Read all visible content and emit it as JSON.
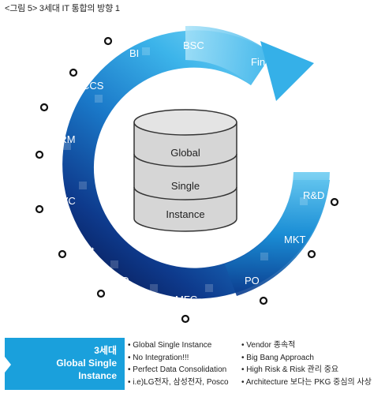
{
  "caption": "<그림 5> 3세대 IT 통합의 방향 1",
  "ring_labels": {
    "bi": "BI",
    "bsc": "BSC",
    "fin": "Fin",
    "ccs": "CCS",
    "crm": "CRM",
    "svc": "SVC",
    "dist": "Dist",
    "so": "SO",
    "mfg": "MFG",
    "po": "PO",
    "mkt": "MKT",
    "rnd": "R&D"
  },
  "database": {
    "line1": "Global",
    "line2": "Single",
    "line3": "Instance"
  },
  "panel": {
    "title_line1": "3세대",
    "title_line2": "Global Single",
    "title_line3": "Instance"
  },
  "bullets_left": [
    "Global Single Instance",
    "No Integration!!!",
    "Perfect Data Consolidation",
    "i.e)LG전자, 삼성전자, Posco"
  ],
  "bullets_right": [
    "Vendor 종속적",
    "Big Bang Approach",
    "High Risk & Risk 관리 중요",
    "Architecture 보다는 PKG 중심의 사상"
  ],
  "colors": {
    "ring_light": "#5ac8f0",
    "ring_mid": "#1a8fd6",
    "ring_dark": "#0b2a78",
    "panel": "#1aa0dc",
    "db_fill": "#d6d6d6",
    "db_stroke": "#333333"
  }
}
